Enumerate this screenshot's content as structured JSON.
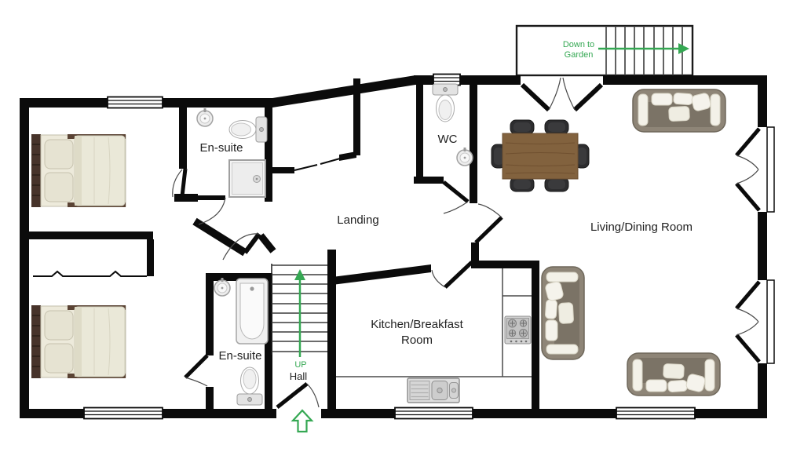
{
  "labels": {
    "en_suite_top": "En-suite",
    "wc": "WC",
    "landing": "Landing",
    "living_dining": "Living/Dining Room",
    "kitchen_line1": "Kitchen/Breakfast",
    "kitchen_line2": "Room",
    "en_suite_bottom": "En-suite",
    "hall": "Hall",
    "stairs_up": "UP",
    "garden_line1": "Down to",
    "garden_line2": "Garden"
  },
  "colors": {
    "wall": "#0b0b0b",
    "accent_green": "#35a853",
    "label": "#222222",
    "wood": "#82623e",
    "sofa_body": "#8e8577",
    "bed_frame": "#5a4334",
    "fixture_border": "#a2a2a2"
  }
}
